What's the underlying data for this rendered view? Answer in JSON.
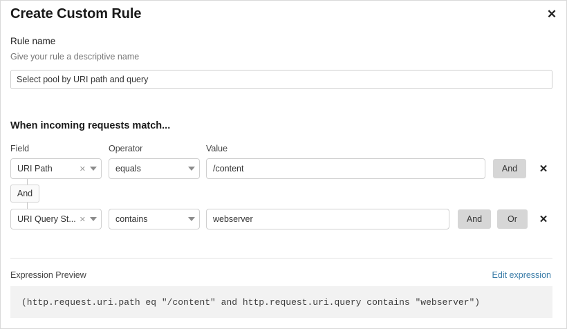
{
  "dialog": {
    "title": "Create Custom Rule",
    "close_icon": "close-icon"
  },
  "rule_name": {
    "label": "Rule name",
    "help": "Give your rule a descriptive name",
    "value": "Select pool by URI path and query",
    "placeholder": "Select pool by URI path and query"
  },
  "conditions": {
    "heading": "When incoming requests match...",
    "columns": {
      "field": "Field",
      "operator": "Operator",
      "value": "Value"
    },
    "connector_badge": "And",
    "rows": [
      {
        "field": "URI Path",
        "operator": "equals",
        "value": "/content",
        "value_placeholder": "/content",
        "clear_icon": "clear-icon",
        "caret_icon": "chevron-down-icon",
        "logic_buttons": [
          "And"
        ],
        "remove_icon": "close-icon"
      },
      {
        "field": "URI Query St...",
        "operator": "contains",
        "value": "webserver",
        "value_placeholder": "webserver",
        "clear_icon": "clear-icon",
        "caret_icon": "chevron-down-icon",
        "logic_buttons": [
          "And",
          "Or"
        ],
        "remove_icon": "close-icon"
      }
    ]
  },
  "expression_preview": {
    "label": "Expression Preview",
    "edit_link": "Edit expression",
    "expression": "(http.request.uri.path eq \"/content\" and http.request.uri.query contains \"webserver\")"
  },
  "colors": {
    "link": "#3a7ca8",
    "logic_button_bg": "#d6d6d6",
    "expression_bg": "#f2f2f2",
    "border": "#cfcfcf"
  }
}
